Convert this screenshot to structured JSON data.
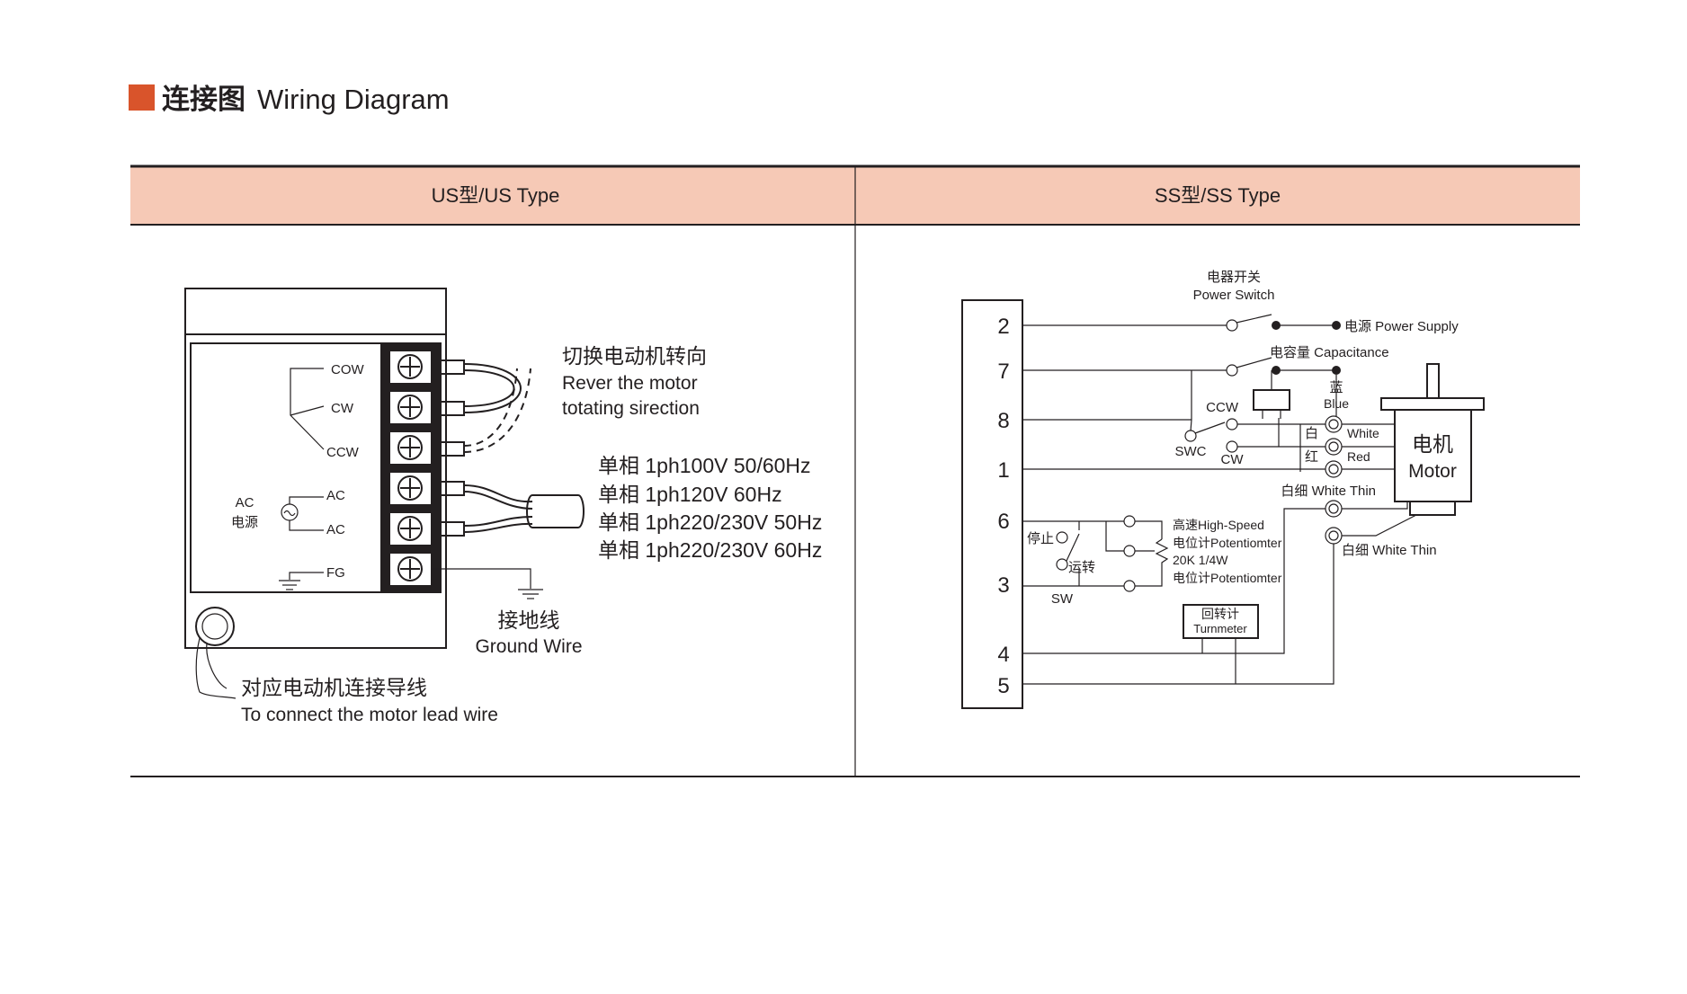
{
  "title": {
    "cn": "连接图",
    "en": "Wiring Diagram",
    "accent": "#d9542b"
  },
  "colors": {
    "header_bg": "#f6c9b6",
    "line": "#231f20"
  },
  "columns": [
    {
      "label": "US型/US Type"
    },
    {
      "label": "SS型/SS Type"
    }
  ],
  "us": {
    "terminals": [
      "COW",
      "CW",
      "CCW",
      "AC",
      "AC",
      "FG"
    ],
    "power_label": [
      "AC",
      "电源"
    ],
    "reverse_note": [
      "切换电动机转向",
      "Rever the motor",
      "totating sirection"
    ],
    "supply_options": [
      "单相 1ph100V  50/60Hz",
      "单相 1ph120V  60Hz",
      "单相 1ph220/230V  50Hz",
      "单相 1ph220/230V  60Hz"
    ],
    "ground": [
      "接地线",
      "Ground Wire"
    ],
    "lead": [
      "对应电动机连接导线",
      "To connect the motor lead wire"
    ]
  },
  "ss": {
    "pins": [
      "2",
      "7",
      "8",
      "1",
      "6",
      "3",
      "4",
      "5"
    ],
    "power_switch": [
      "电器开关",
      "Power Switch"
    ],
    "power_supply": "电源 Power Supply",
    "capacitance": "电容量 Capacitance",
    "blue": [
      "蓝",
      "Blue"
    ],
    "white": [
      "白",
      "White"
    ],
    "red": [
      "红",
      "Red"
    ],
    "white_thin_1": "白细 White Thin",
    "white_thin_2": "白细 White Thin",
    "motor": [
      "电机",
      "Motor"
    ],
    "ccw": "CCW",
    "cw": "CW",
    "swc": "SWC",
    "stop": "停止",
    "run": "运转",
    "sw": "SW",
    "pot": [
      "高速High-Speed",
      "电位计Potentiomter",
      "20K  1/4W",
      "电位计Potentiomter"
    ],
    "turnmeter": [
      "回转计",
      "Turnmeter"
    ]
  }
}
